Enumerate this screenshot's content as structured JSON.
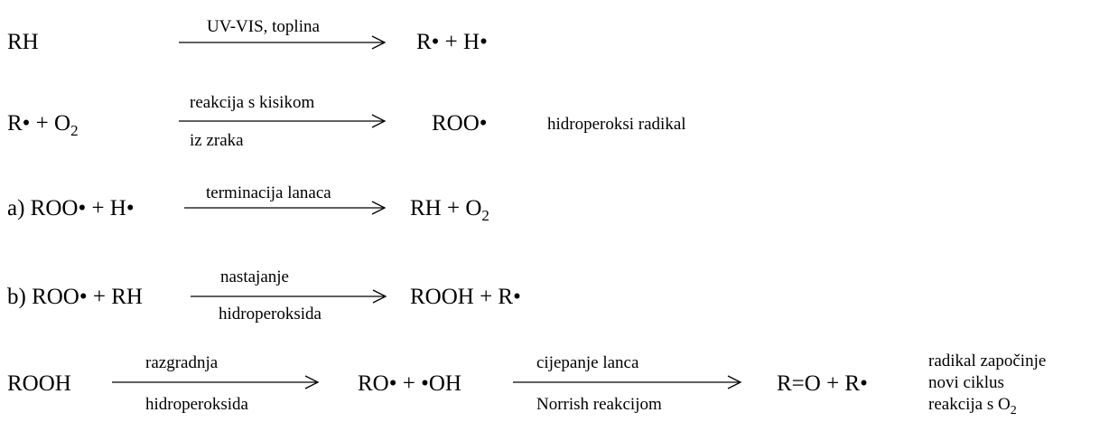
{
  "reactions": [
    {
      "reactant": "RH",
      "above": "UV-VIS, toplina",
      "below": "",
      "product": "R• + H•",
      "note": ""
    },
    {
      "reactant": "R• + O2",
      "above": "reakcija s kisikom",
      "below": "iz zraka",
      "product": "ROO•",
      "note": "hidroperoksi radikal"
    },
    {
      "reactant": "a) ROO• + H•",
      "above": "terminacija lanaca",
      "below": "",
      "product": "RH + O2",
      "note": ""
    },
    {
      "reactant": "b) ROO• + RH",
      "above": "nastajanje",
      "below": "hidroperoksida",
      "product": "ROOH + R•",
      "note": ""
    },
    {
      "reactant": "ROOH",
      "above": "razgradnja",
      "below": "hidroperoksida",
      "product": "RO• + •OH",
      "above2": "cijepanje  lanca",
      "below2": "Norrish reakcijom",
      "product2": "R=O + R•",
      "note_lines": [
        "radikal započinje",
        "novi ciklus",
        "reakcija s O2"
      ]
    }
  ]
}
